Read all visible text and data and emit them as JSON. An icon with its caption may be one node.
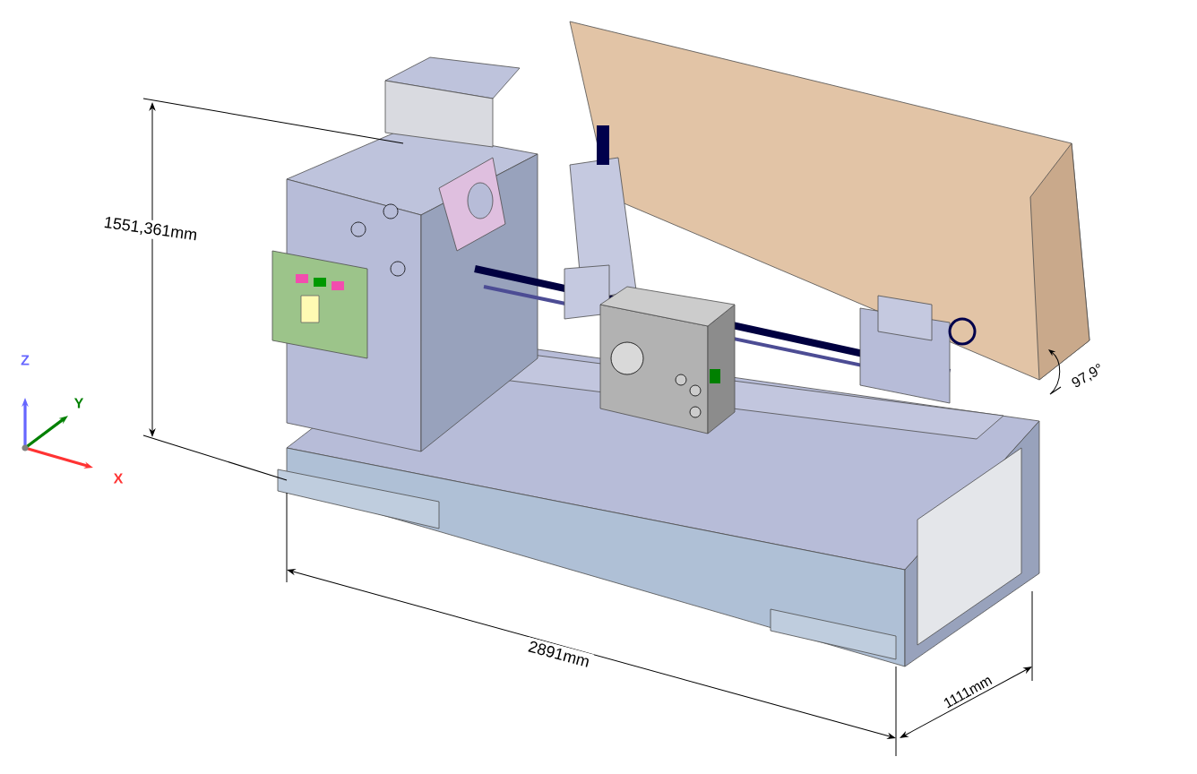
{
  "diagram": {
    "labels": [
      "1551,361mm",
      "97,9°",
      "Z",
      "Y",
      "X",
      "2891mm",
      "1111mm"
    ]
  }
}
